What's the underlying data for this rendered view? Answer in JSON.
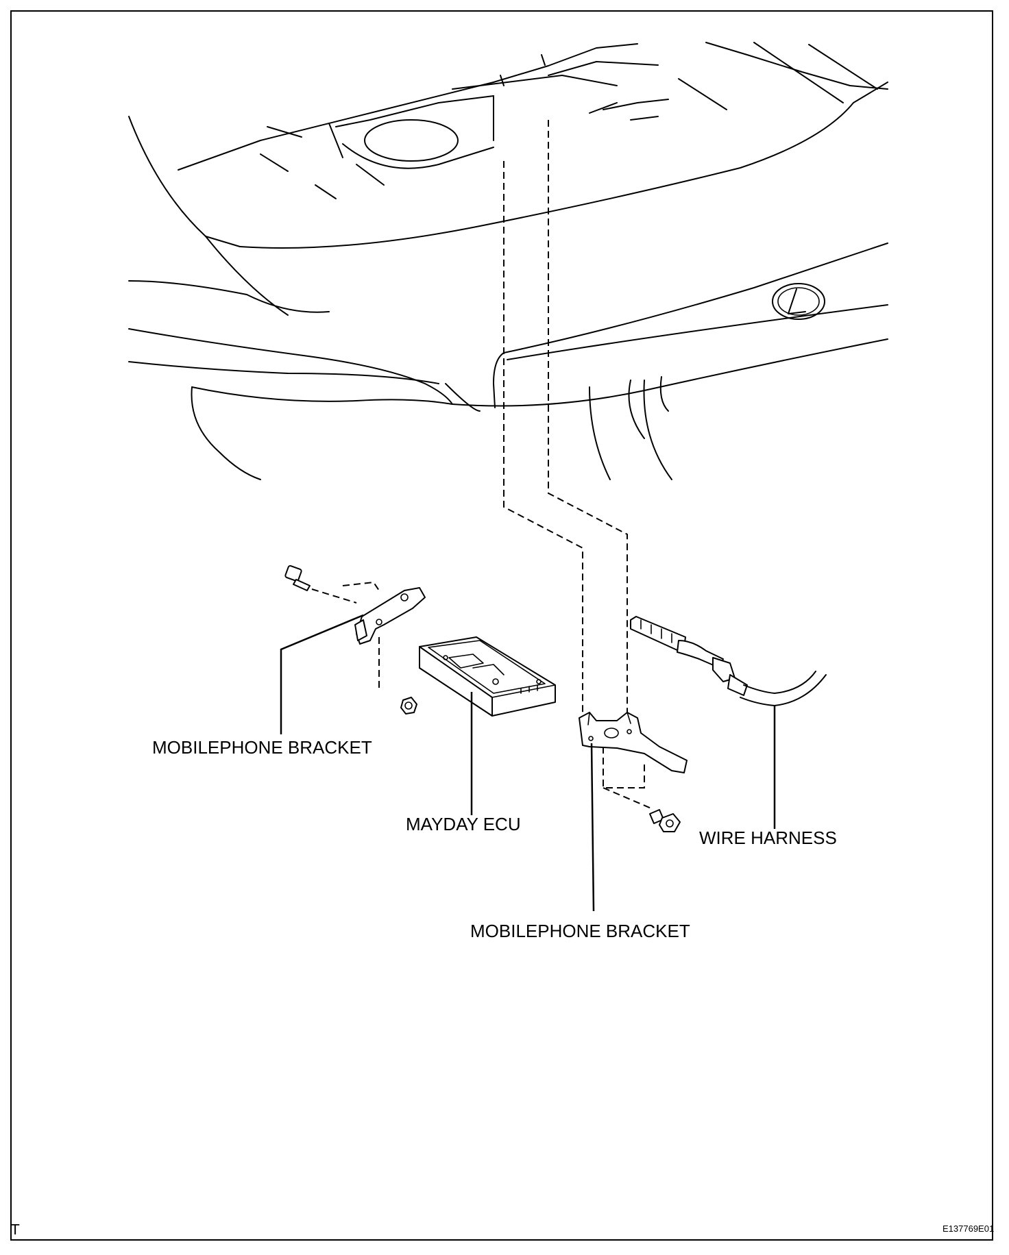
{
  "labels": {
    "mobilephone_bracket_left": "MOBILEPHONE BRACKET",
    "mayday_ecu": "MAYDAY ECU",
    "wire_harness": "WIRE HARNESS",
    "mobilephone_bracket_right": "MOBILEPHONE BRACKET"
  },
  "footer": {
    "figure_code": "E137769E01",
    "corner_mark": "T"
  }
}
